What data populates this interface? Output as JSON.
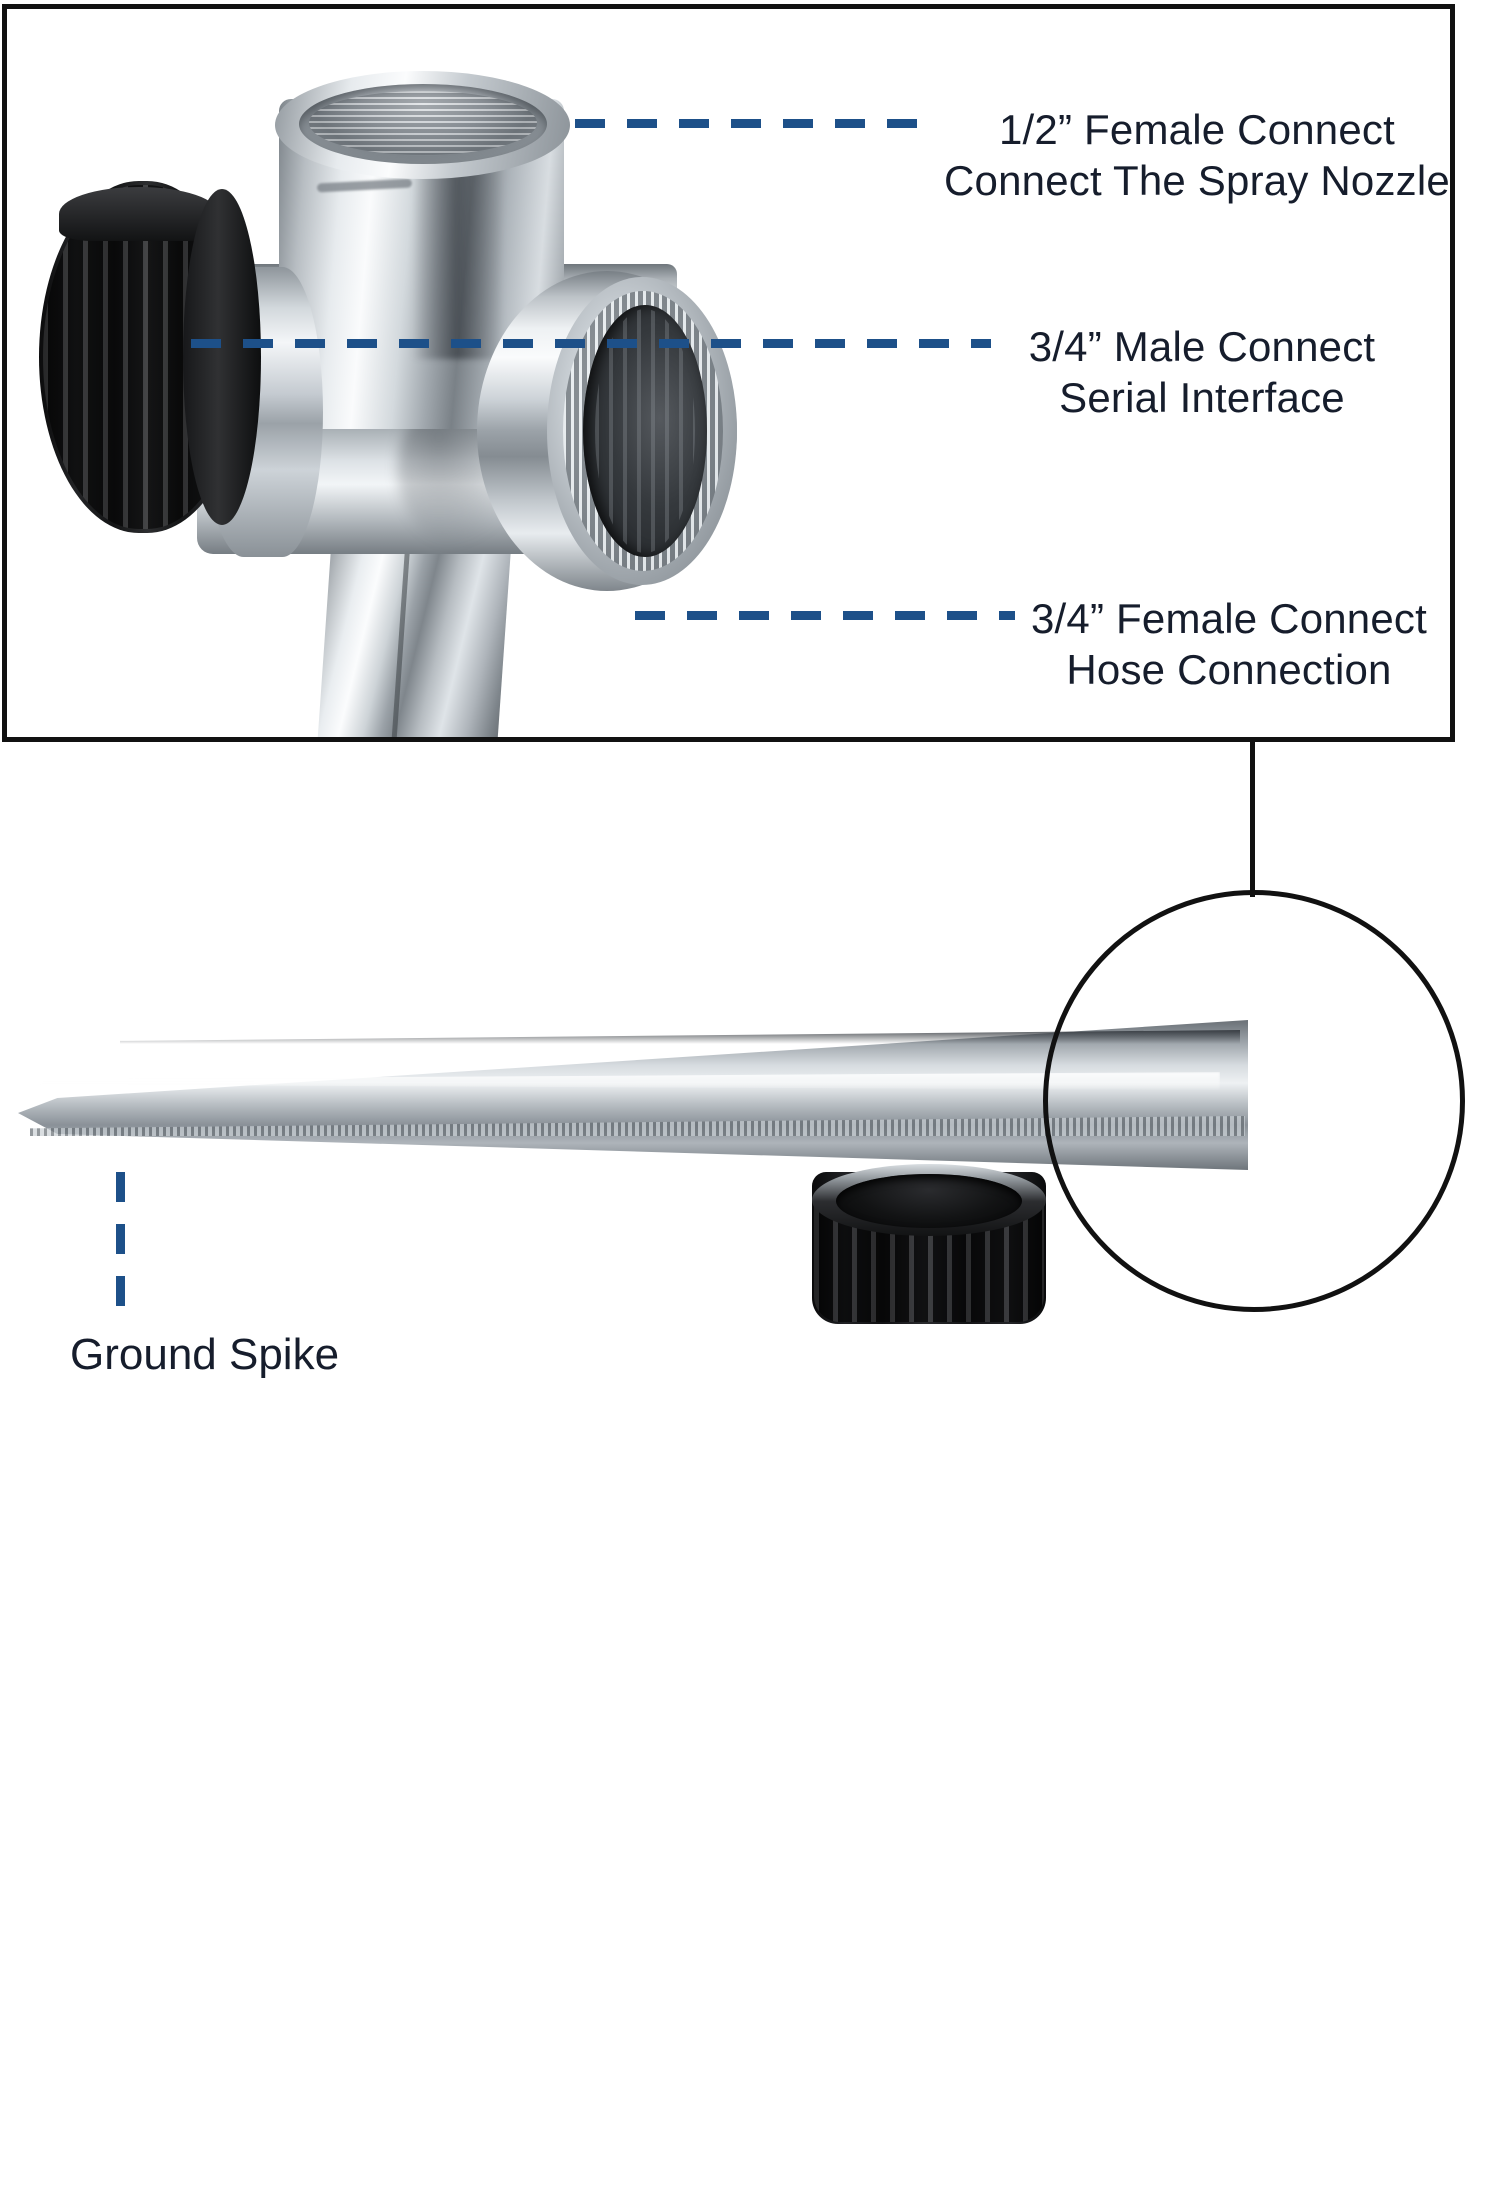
{
  "page": {
    "type": "product-infographic",
    "background_color": "#ffffff",
    "accent_color": "#1d5089",
    "text_color": "#161d2c",
    "outline_color": "#111111"
  },
  "top_panel": {
    "name": "product-detail-panel",
    "border_color": "#111111",
    "photo_alt": "chrome t-shaped hose splitter valve with black knurled nut"
  },
  "callouts": [
    {
      "id": "callout-half-inch-female",
      "line1": "1/2” Female Connect",
      "line2": "Connect The Spray Nozzle",
      "leader": "dashed-horizontal"
    },
    {
      "id": "callout-three-quarter-male",
      "line1": "3/4” Male Connect",
      "line2": "Serial Interface",
      "leader": "dashed-horizontal"
    },
    {
      "id": "callout-three-quarter-female",
      "line1": "3/4” Female Connect",
      "line2": "Hose Connection",
      "leader": "dashed-horizontal"
    }
  ],
  "bottom_section": {
    "spike_label": "Ground Spike",
    "spike_leader": "dashed-vertical",
    "magnifier": {
      "name": "magnified-detail-circle",
      "connector": "vertical-line-to-panel"
    },
    "parts": [
      {
        "name": "ground-spike-shaft"
      },
      {
        "name": "black-cap-nut"
      },
      {
        "name": "tee-connector-head"
      }
    ]
  }
}
